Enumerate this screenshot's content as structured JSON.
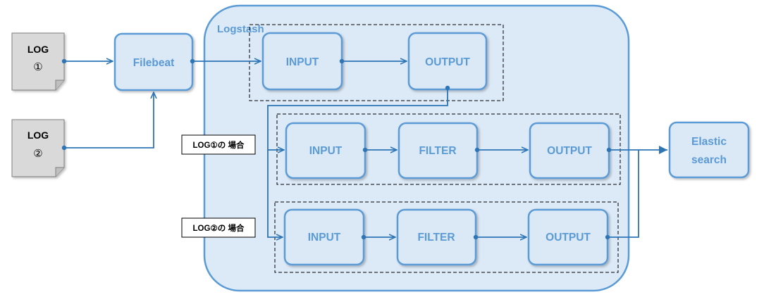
{
  "colors": {
    "accent": "#5b9bd5",
    "node_fill": "#dbe8f5",
    "container_fill": "#dce9f6",
    "arrow": "#2e75b6",
    "doc_fill": "#d9d9d9"
  },
  "logs": [
    {
      "line1": "LOG",
      "line2": "①"
    },
    {
      "line1": "LOG",
      "line2": "②"
    }
  ],
  "filebeat": "Filebeat",
  "logstash": {
    "title": "Logstash",
    "top": {
      "input": "INPUT",
      "output": "OUTPUT"
    },
    "pipeline1": {
      "condition": "LOG①の 場合",
      "input": "INPUT",
      "filter": "FILTER",
      "output": "OUTPUT"
    },
    "pipeline2": {
      "condition": "LOG②の 場合",
      "input": "INPUT",
      "filter": "FILTER",
      "output": "OUTPUT"
    }
  },
  "elastic": {
    "line1": "Elastic",
    "line2": "search"
  }
}
